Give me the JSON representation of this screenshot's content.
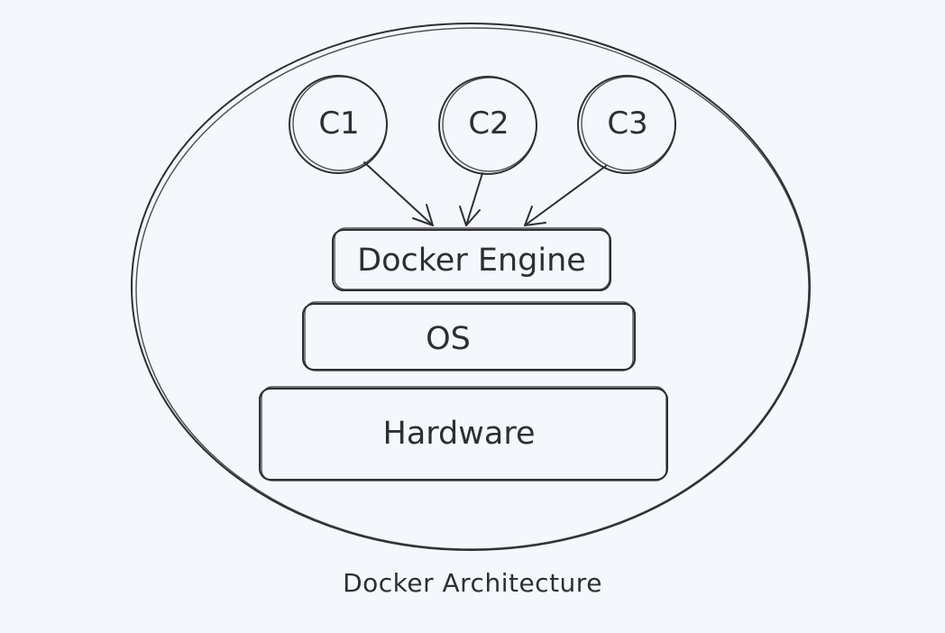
{
  "diagram": {
    "containers": [
      {
        "id": "c1",
        "label": "C1"
      },
      {
        "id": "c2",
        "label": "C2"
      },
      {
        "id": "c3",
        "label": "C3"
      }
    ],
    "layers": {
      "engine": "Docker Engine",
      "os": "OS",
      "hardware": "Hardware"
    },
    "caption": "Docker Architecture"
  },
  "colors": {
    "background": "#f4f8fc",
    "stroke": "#2c2f33"
  }
}
